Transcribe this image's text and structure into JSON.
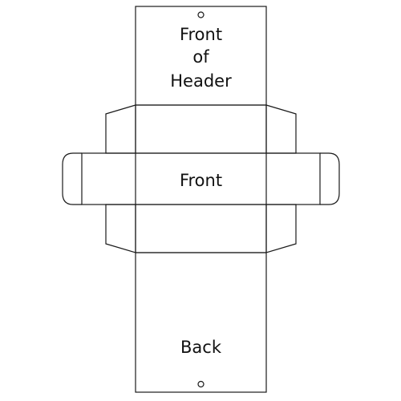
{
  "diagram": {
    "header_label_lines": [
      "Front",
      "of",
      "Header"
    ],
    "front_label": "Front",
    "back_label": "Back",
    "line_color": "#1a1a1a",
    "background_color": "#ffffff"
  }
}
